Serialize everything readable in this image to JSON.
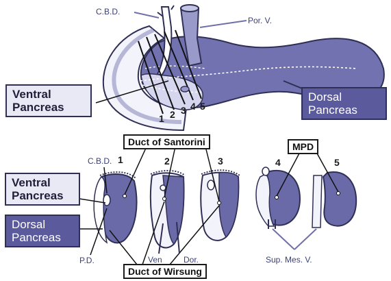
{
  "labels": {
    "cbd_top": "C.B.D.",
    "por_v": "Por. V.",
    "ventral_pancreas_top": "Ventral\nPancreas",
    "dorsal_pancreas_top": "Dorsal\nPancreas",
    "duct_santorini": "Duct of Santorini",
    "mpd": "MPD",
    "cbd_bottom": "C.B.D.",
    "ventral_pancreas_left": "Ventral\nPancreas",
    "dorsal_pancreas_left": "Dorsal\nPancreas",
    "pd": "P.D.",
    "ven": "Ven",
    "dor": "Dor.",
    "sup_mes_v": "Sup. Mes. V.",
    "duct_wirsung": "Duct of Wirsung"
  },
  "top_section_numbers": [
    "1",
    "2",
    "3",
    "4",
    "5"
  ],
  "section_numbers": [
    "1",
    "2",
    "3",
    "4",
    "5"
  ],
  "colors": {
    "dorsal": "#5a5a9c",
    "ventral": "#e9e9f6",
    "outline": "#2f2f55",
    "label_text": "#3a3f78"
  }
}
